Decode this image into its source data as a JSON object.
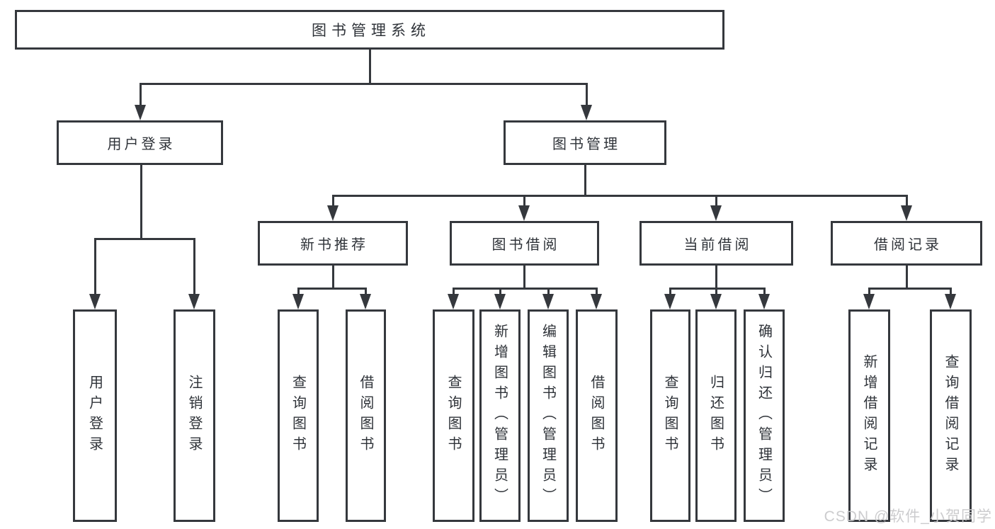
{
  "diagram": {
    "nodes": {
      "root": "图书管理系统",
      "login": "用户登录",
      "manage": "图书管理",
      "recommend": "新书推荐",
      "borrow": "图书借阅",
      "current": "当前借阅",
      "records": "借阅记录",
      "a1": "用户登录",
      "a2": "注销登录",
      "b1": "查询图书",
      "b2": "借阅图书",
      "c1": "查询图书",
      "c2": "新增图书（管理员）",
      "c3": "编辑图书（管理员）",
      "c4": "借阅图书",
      "d1": "查询图书",
      "d2": "归还图书",
      "d3": "确认归还（管理员）",
      "e1": "新增借阅记录",
      "e2": "查询借阅记录"
    },
    "hierarchy": {
      "图书管理系统": [
        "用户登录",
        "图书管理"
      ],
      "用户登录": [
        "用户登录",
        "注销登录"
      ],
      "图书管理": [
        "新书推荐",
        "图书借阅",
        "当前借阅",
        "借阅记录"
      ],
      "新书推荐": [
        "查询图书",
        "借阅图书"
      ],
      "图书借阅": [
        "查询图书",
        "新增图书（管理员）",
        "编辑图书（管理员）",
        "借阅图书"
      ],
      "当前借阅": [
        "查询图书",
        "归还图书",
        "确认归还（管理员）"
      ],
      "借阅记录": [
        "新增借阅记录",
        "查询借阅记录"
      ]
    },
    "colors": {
      "line": "#35383d",
      "text": "#2f3339",
      "background": "#ffffff",
      "watermark": "#c9c9cb"
    },
    "watermark": "CSDN @软件_小贺同学"
  }
}
